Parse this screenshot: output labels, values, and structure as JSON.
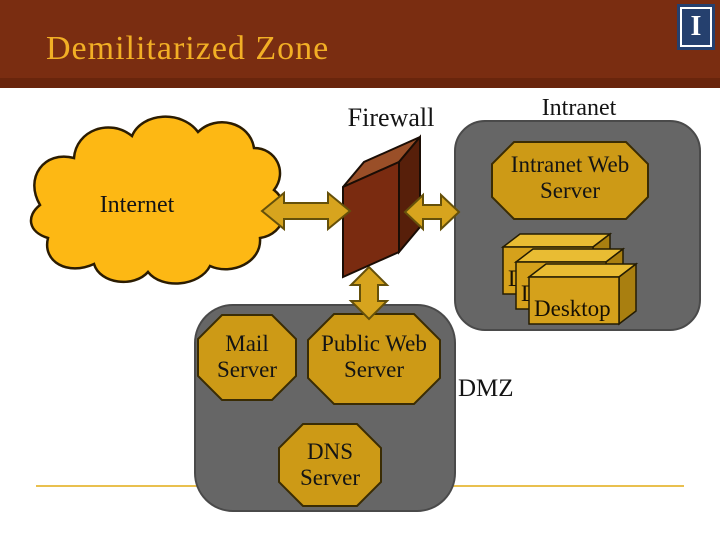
{
  "header": {
    "title": "Demilitarized Zone",
    "logo_letter": "I"
  },
  "labels": {
    "internet": "Internet",
    "firewall": "Firewall",
    "intranet": "Intranet",
    "dmz": "DMZ"
  },
  "nodes": {
    "intranet_web_server": "Intranet Web\nServer",
    "desktop": "Desktop",
    "mail_server": "Mail\nServer",
    "public_web_server": "Public Web\nServer",
    "dns_server": "DNS\nServer"
  },
  "colors": {
    "header_bg": "#7A2D11",
    "header_band": "#69250C",
    "title_text": "#F2AF25",
    "cloud_fill": "#FDB814",
    "node_fill": "#CD9A16",
    "zone_fill": "#666666",
    "firewall_front": "#7A2B10",
    "firewall_top": "#9A4F28",
    "firewall_side": "#571F0A",
    "arrow_fill": "#D7A41E",
    "divider_line": "#E9C04F",
    "logo_blue": "#25406E"
  }
}
